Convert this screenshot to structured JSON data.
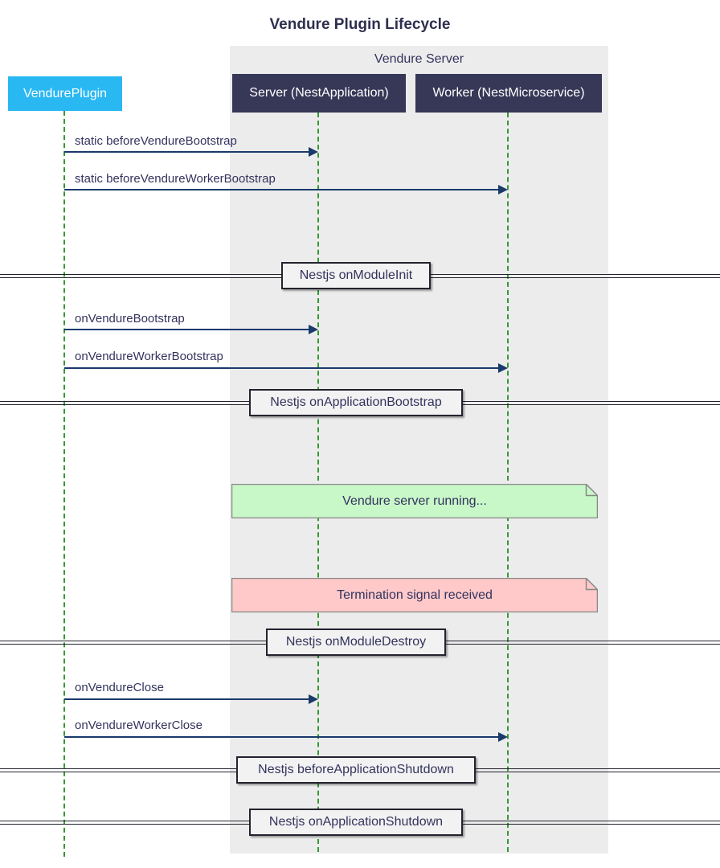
{
  "title": "Vendure Plugin Lifecycle",
  "group": {
    "label": "Vendure Server"
  },
  "actors": [
    {
      "id": "vendure-plugin",
      "label": "VendurePlugin"
    },
    {
      "id": "server",
      "label": "Server (NestApplication)"
    },
    {
      "id": "worker",
      "label": "Worker (NestMicroservice)"
    }
  ],
  "messages": [
    {
      "from": "VendurePlugin",
      "to": "Server",
      "label": "static beforeVendureBootstrap"
    },
    {
      "from": "VendurePlugin",
      "to": "Worker",
      "label": "static beforeVendureWorkerBootstrap"
    },
    {
      "from": "VendurePlugin",
      "to": "Server",
      "label": "onVendureBootstrap"
    },
    {
      "from": "VendurePlugin",
      "to": "Worker",
      "label": "onVendureWorkerBootstrap"
    },
    {
      "from": "VendurePlugin",
      "to": "Server",
      "label": "onVendureClose"
    },
    {
      "from": "VendurePlugin",
      "to": "Worker",
      "label": "onVendureWorkerClose"
    }
  ],
  "dividers": [
    {
      "label": "Nestjs onModuleInit"
    },
    {
      "label": "Nestjs onApplicationBootstrap"
    },
    {
      "label": "Nestjs onModuleDestroy"
    },
    {
      "label": "Nestjs beforeApplicationShutdown"
    },
    {
      "label": "Nestjs onApplicationShutdown"
    }
  ],
  "notes": [
    {
      "label": "Vendure server running...",
      "type": "success"
    },
    {
      "label": "Termination signal received",
      "type": "danger"
    }
  ],
  "colors": {
    "plugin_box": "#29b8f2",
    "server_box": "#373757",
    "arrow": "#1a3a6b",
    "lifeline": "#339933",
    "group_bg": "#ececec",
    "note_success": "#c8f7c8",
    "note_danger": "#ffc9c9",
    "note_border": "#888888",
    "divider_box_bg": "#f2f2f2",
    "divider_border": "#23232f",
    "text": "#33335e",
    "title_text": "#2e2e4f"
  }
}
